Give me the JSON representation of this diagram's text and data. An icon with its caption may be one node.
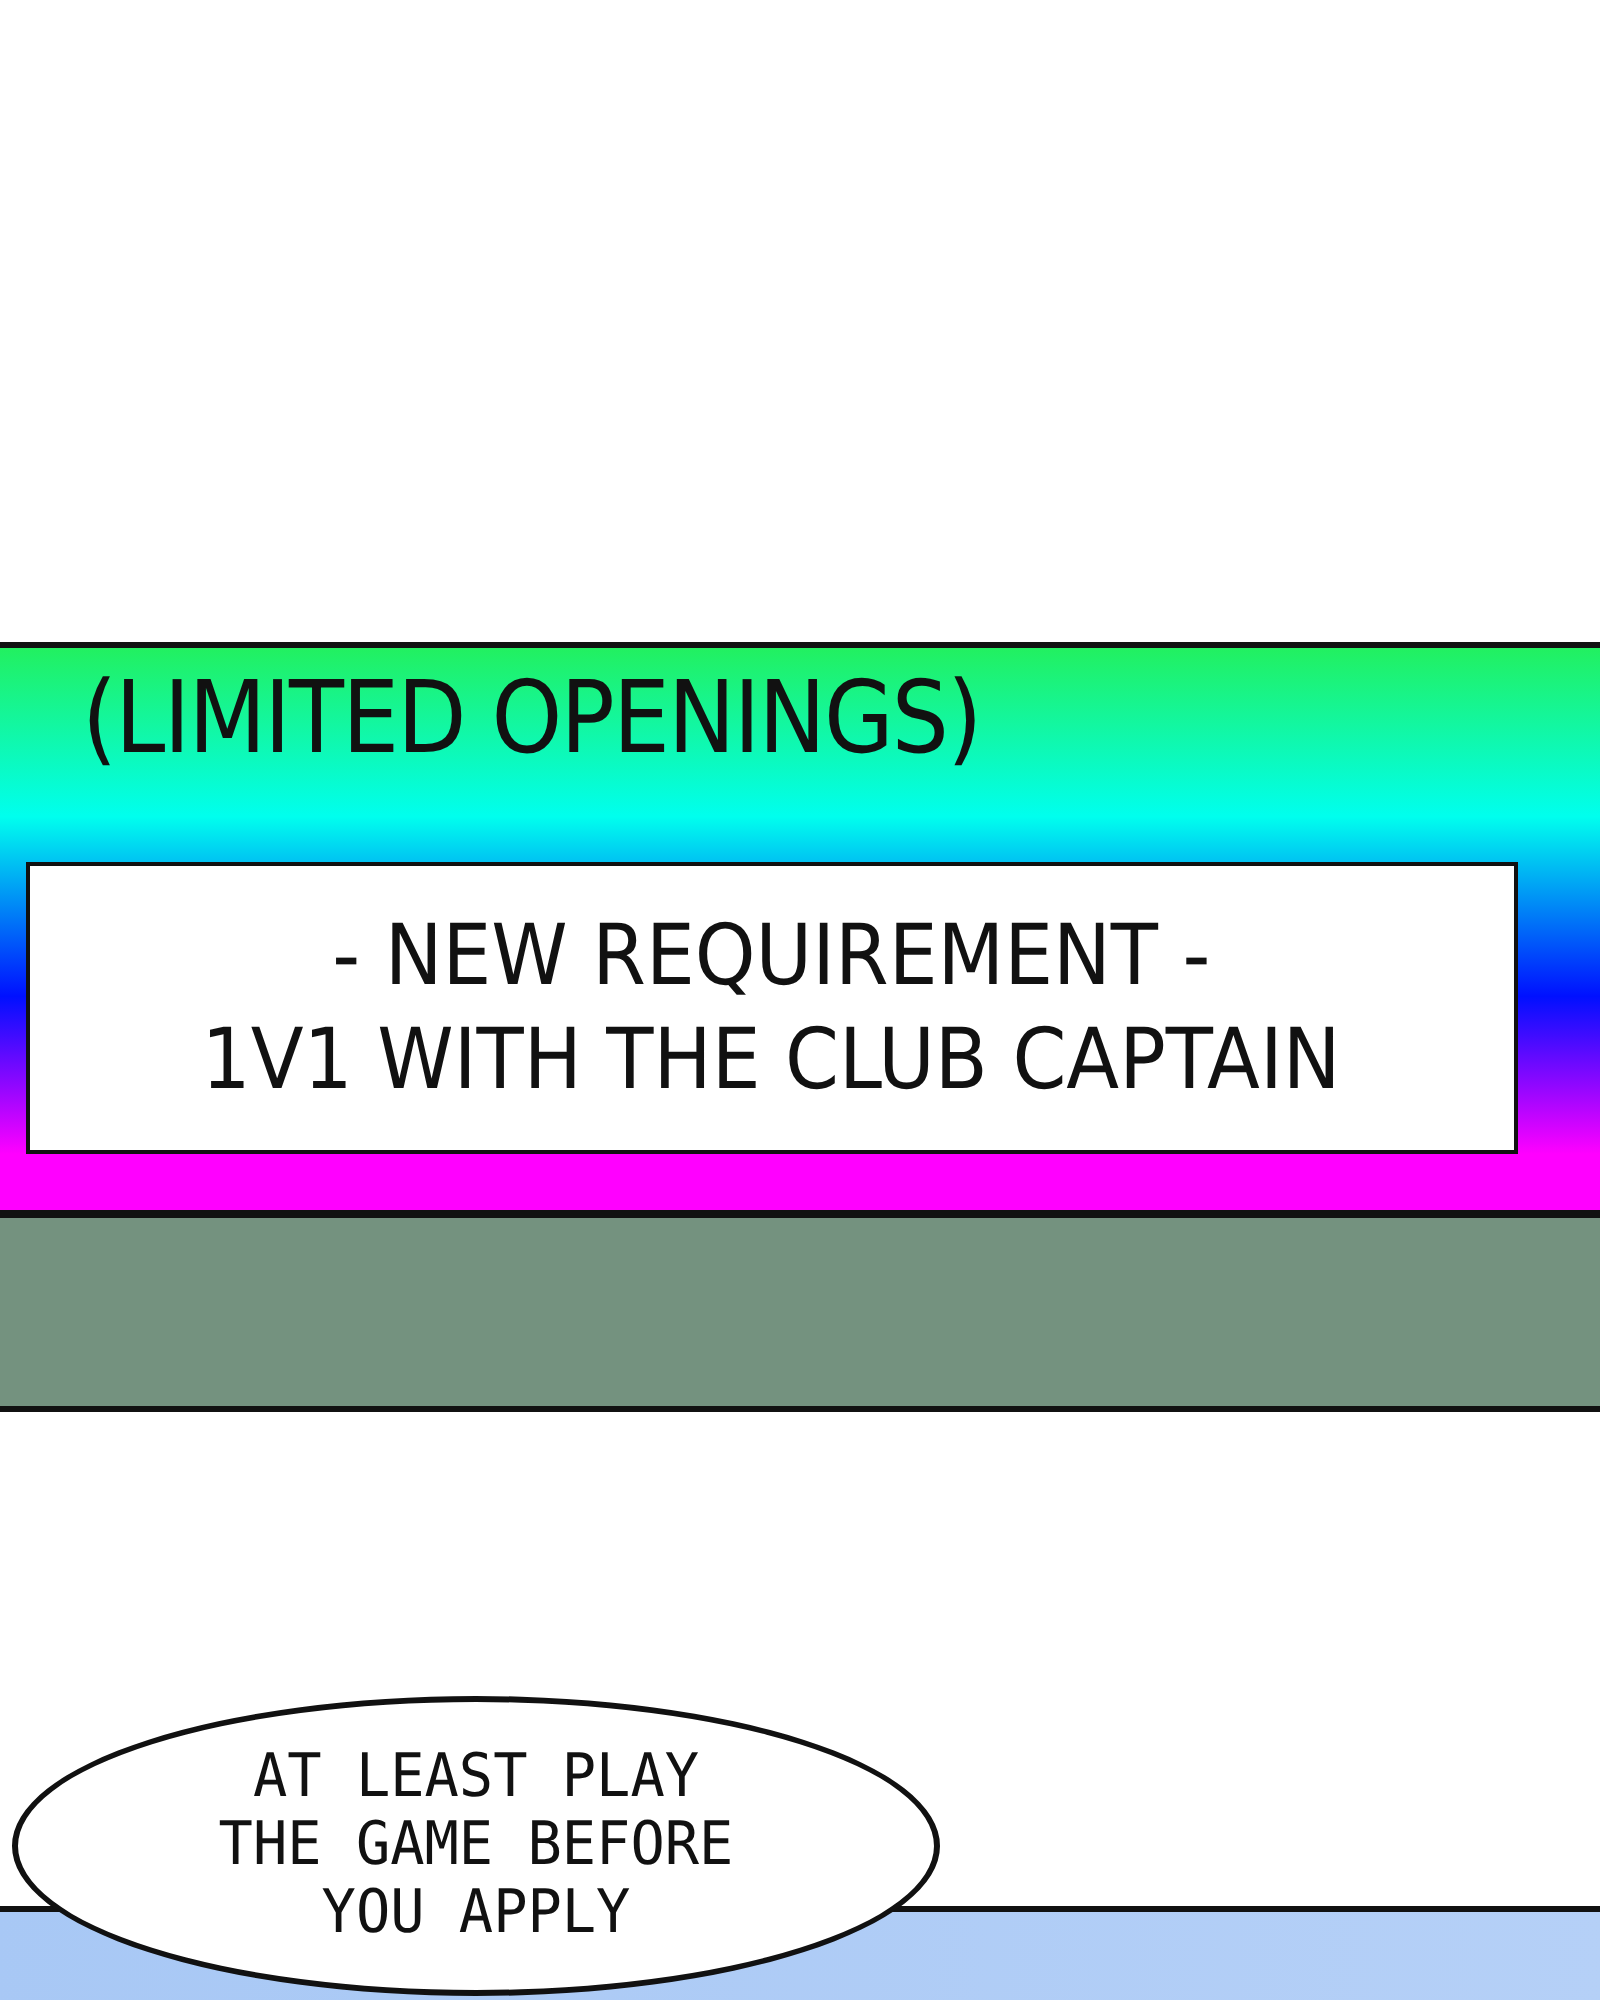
{
  "diagram": {
    "nodes": [
      {
        "text": [
          "(LIMITED OPENINGS)"
        ]
      },
      {
        "text": [
          "- NEW REQUIREMENT -",
          "1V1 WITH THE CLUB CAPTAIN"
        ],
        "in": 0
      },
      {
        "text": [
          "AT LEAST PLAY THE GAME BEFORE YOU APPLY"
        ]
      }
    ],
    "edges": []
  }
}
